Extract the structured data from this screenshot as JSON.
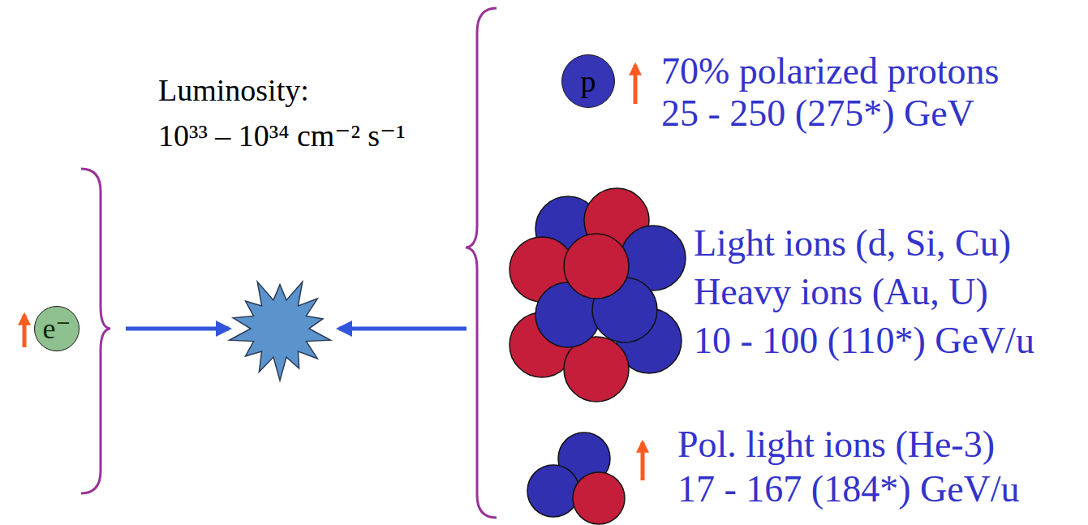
{
  "diagram": {
    "nodes": [
      {
        "text": [
          "e⁻"
        ]
      },
      {
        "text": [
          "p"
        ]
      }
    ],
    "labels": [
      "Luminosity:",
      "10³³ – 10³⁴ cm⁻² s⁻¹",
      "70% polarized protons",
      "25 - 250 (275*) GeV",
      "Light ions (d, Si, Cu)",
      "Heavy ions (Au, U)",
      "10 - 100 (110*) GeV/u",
      "Pol. light ions (He-3)",
      "17 - 167 (184*) GeV/u"
    ]
  }
}
